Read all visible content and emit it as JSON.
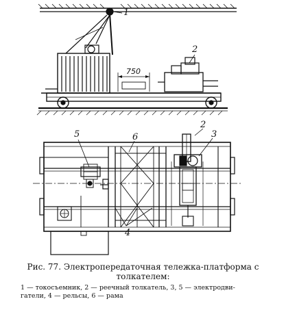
{
  "labels": {
    "l1": "1",
    "l2a": "2",
    "l2b": "2",
    "l3": "3",
    "l4": "4",
    "l5": "5",
    "l6": "6",
    "dim750": "750"
  },
  "caption": {
    "title_line1": "Рис. 77. Электропередаточная тележка-платформа с",
    "title_line2": "толкателем:",
    "legend_line1": "1 — токосъемник,  2 — реечный толкатель, 3, 5 — электродви-",
    "legend_line2": "гатели, 4 — рельсы, 6 — рама"
  }
}
